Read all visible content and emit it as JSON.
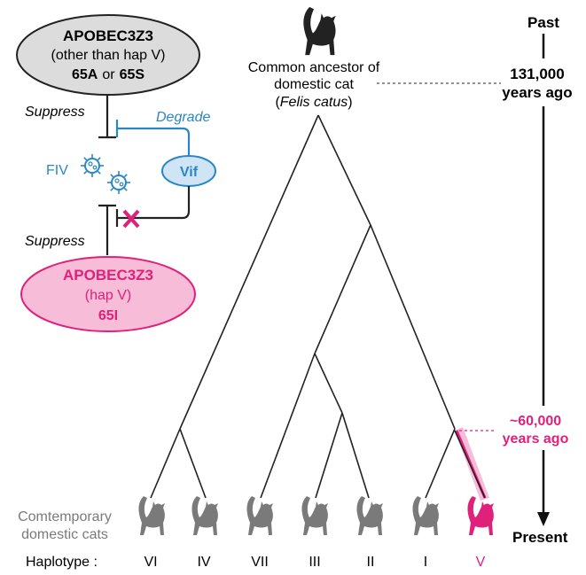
{
  "colors": {
    "magenta": "#e0217a",
    "blue": "#2b86c5",
    "gray": "#7a7a7a",
    "ancestor_cat": "#222222",
    "branch": "#222222",
    "pink_fill": "#f6bcd8",
    "gray_fill": "#dcdcdc",
    "vif_fill": "#cfe5f5"
  },
  "left_panel": {
    "apobec_other": {
      "name": "APOBEC3Z3",
      "detail": "(other than hap V)",
      "allele_a": "65A",
      "or_word": "or",
      "allele_b": "65S"
    },
    "suppress_top": "Suppress",
    "degrade": "Degrade",
    "fiv": "FIV",
    "vif": "Vif",
    "suppress_bottom": "Suppress",
    "apobec_hapv": {
      "name": "APOBEC3Z3",
      "detail": "(hap V)",
      "allele": "65I"
    }
  },
  "tree": {
    "ancestor_line1": "Common ancestor of",
    "ancestor_line2": "domestic cat",
    "ancestor_line3_open": "(",
    "ancestor_species": "Felis catus",
    "ancestor_line3_close": ")",
    "contemporary_line1": "Comtemporary",
    "contemporary_line2": "domestic cats",
    "haplotype_label": "Haplotype :",
    "haplotypes": [
      "VI",
      "IV",
      "VII",
      "III",
      "II",
      "I",
      "V"
    ]
  },
  "timeline": {
    "past": "Past",
    "t1_value": "131,000",
    "t1_unit": "years ago",
    "t2_value": "~60,000",
    "t2_unit": "years ago",
    "present": "Present"
  }
}
